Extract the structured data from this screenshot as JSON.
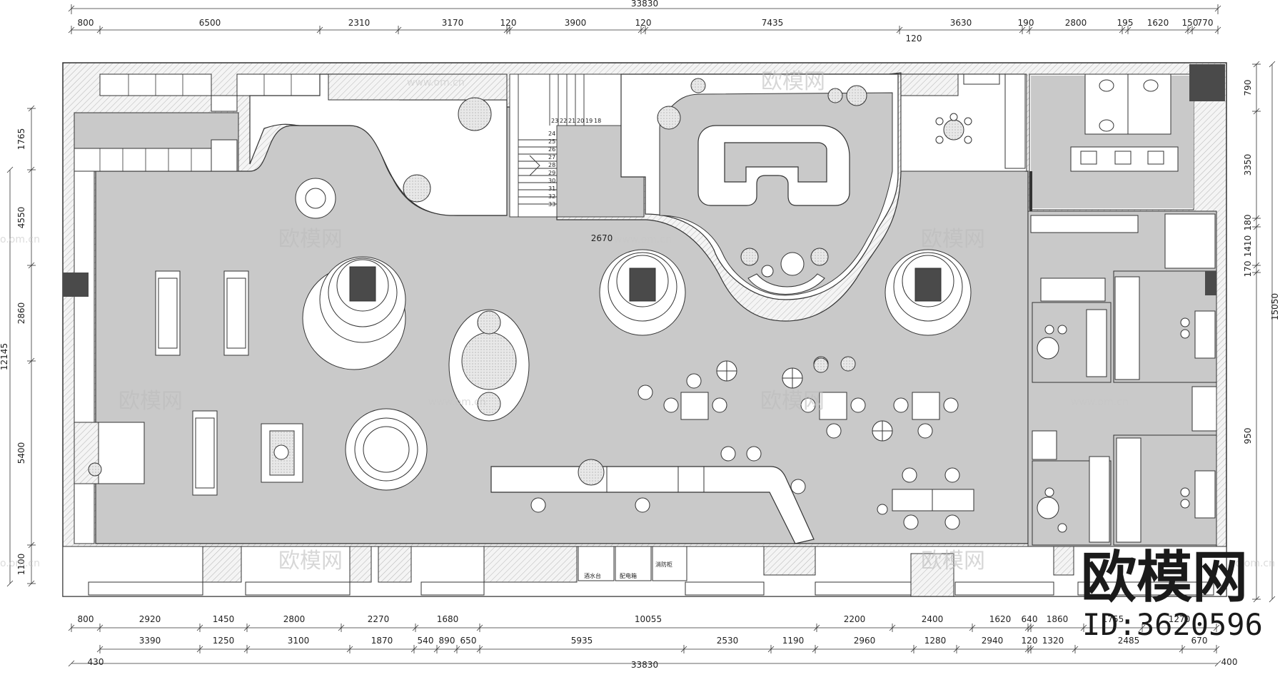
{
  "overall_dimension": "33830",
  "top_dims_row1": [
    "800",
    "6500",
    "2310",
    "3170",
    "120",
    "3900",
    "120",
    "7435",
    "3630",
    "190",
    "2800",
    "195",
    "1620",
    "150",
    "770"
  ],
  "top_dims_row1b": [
    "120"
  ],
  "bottom_dims_row1": [
    "800",
    "2920",
    "1450",
    "2800",
    "2270",
    "1680",
    "10055",
    "2200",
    "2400",
    "1620",
    "640",
    "1860",
    "1755",
    "1270"
  ],
  "bottom_dims_row2": [
    "3390",
    "1250",
    "3100",
    "1870",
    "540",
    "890",
    "650",
    "5935",
    "2530",
    "1190",
    "2960",
    "1280",
    "2940",
    "120",
    "1320",
    "2485",
    "670"
  ],
  "bottom_dims_row3": [
    "430",
    "33830",
    "400"
  ],
  "left_dims": [
    "1765",
    "4550",
    "2860",
    "5400",
    "1100"
  ],
  "left_total": "12145",
  "right_dims": [
    "790",
    "3350",
    "180",
    "1410",
    "170",
    "950"
  ],
  "right_total": "15050",
  "interior_dim": "2670",
  "stair_numbers": [
    "23",
    "22",
    "21",
    "20",
    "19",
    "18",
    "24",
    "25",
    "26",
    "27",
    "28",
    "29",
    "30",
    "31",
    "32",
    "33"
  ],
  "small_labels": [
    "酒水台",
    "配电箱",
    "消防柜"
  ],
  "watermark_text": "欧模网",
  "watermark_url": "www.om.cn",
  "watermark_url_edge": "o.om.cn",
  "brand_name": "欧模网",
  "product_id": "ID:3620596"
}
